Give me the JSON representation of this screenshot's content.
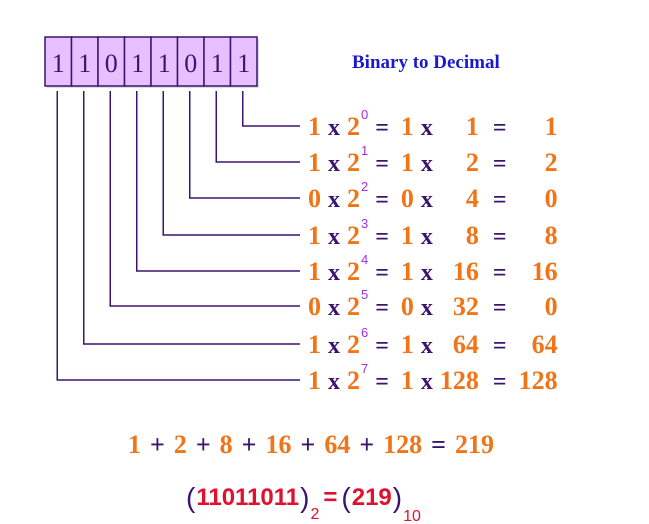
{
  "title": "Binary to Decimal",
  "bits": [
    "1",
    "1",
    "0",
    "1",
    "1",
    "0",
    "1",
    "1"
  ],
  "rows": [
    {
      "bit": "1",
      "x": "x",
      "base": "2",
      "exp": "0",
      "eq": "=",
      "bit2": "1",
      "x2": "x",
      "pow": "1",
      "eq2": "=",
      "result": "1"
    },
    {
      "bit": "1",
      "x": "x",
      "base": "2",
      "exp": "1",
      "eq": "=",
      "bit2": "1",
      "x2": "x",
      "pow": "2",
      "eq2": "=",
      "result": "2"
    },
    {
      "bit": "0",
      "x": "x",
      "base": "2",
      "exp": "2",
      "eq": "=",
      "bit2": "0",
      "x2": "x",
      "pow": "4",
      "eq2": "=",
      "result": "0"
    },
    {
      "bit": "1",
      "x": "x",
      "base": "2",
      "exp": "3",
      "eq": "=",
      "bit2": "1",
      "x2": "x",
      "pow": "8",
      "eq2": "=",
      "result": "8"
    },
    {
      "bit": "1",
      "x": "x",
      "base": "2",
      "exp": "4",
      "eq": "=",
      "bit2": "1",
      "x2": "x",
      "pow": "16",
      "eq2": "=",
      "result": "16"
    },
    {
      "bit": "0",
      "x": "x",
      "base": "2",
      "exp": "5",
      "eq": "=",
      "bit2": "0",
      "x2": "x",
      "pow": "32",
      "eq2": "=",
      "result": "0"
    },
    {
      "bit": "1",
      "x": "x",
      "base": "2",
      "exp": "6",
      "eq": "=",
      "bit2": "1",
      "x2": "x",
      "pow": "64",
      "eq2": "=",
      "result": "64"
    },
    {
      "bit": "1",
      "x": "x",
      "base": "2",
      "exp": "7",
      "eq": "=",
      "bit2": "1",
      "x2": "x",
      "pow": "128",
      "eq2": "=",
      "result": "128"
    }
  ],
  "sum": {
    "terms": [
      "1",
      "2",
      "8",
      "16",
      "64",
      "128"
    ],
    "plus": "+",
    "eq": "=",
    "total": "219"
  },
  "result": {
    "lparen": "(",
    "binary": "11011011",
    "rparen": ")",
    "base2": "2",
    "eq": "=",
    "decimal": "219",
    "base10": "10"
  },
  "colors": {
    "orange": "#f07418",
    "purple": "#3a1470",
    "red": "#e0102e",
    "blue": "#1a1acc",
    "cell": "#e8bfff"
  }
}
